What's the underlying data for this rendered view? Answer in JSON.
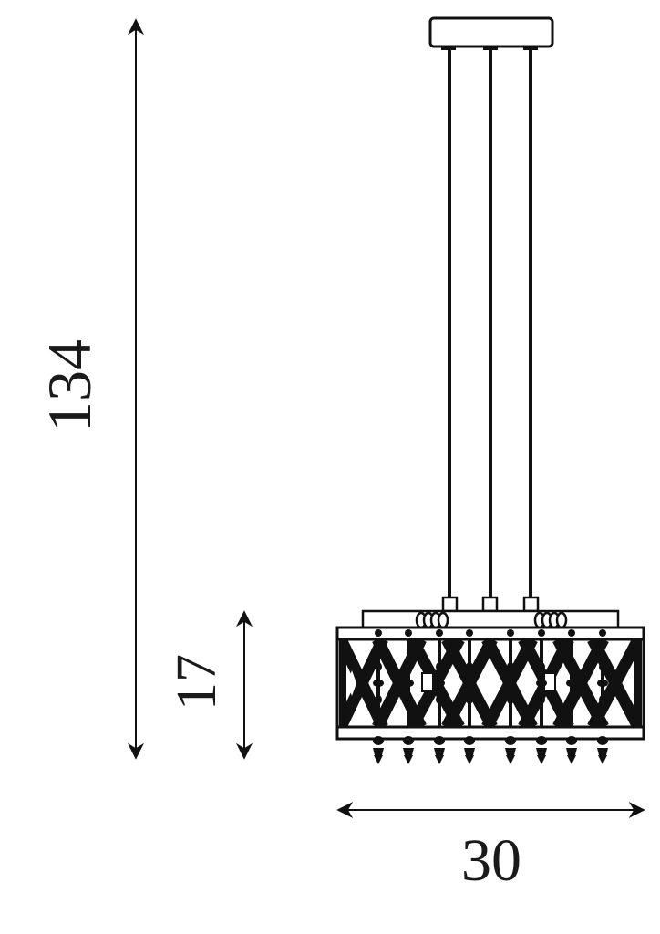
{
  "drawing": {
    "subject": "pendant chandelier dimension drawing",
    "units_shown": false,
    "dimensions": {
      "total_height": {
        "label": "134",
        "orientation": "vertical"
      },
      "shade_height": {
        "label": "17",
        "orientation": "vertical"
      },
      "width": {
        "label": "30",
        "orientation": "horizontal"
      }
    },
    "components": {
      "canopy": "ceiling-canopy",
      "suspension_rods": 3,
      "crystal_pendants": 8,
      "ring_clusters": 2
    },
    "colors": {
      "line": "#111111",
      "background": "#ffffff"
    }
  }
}
